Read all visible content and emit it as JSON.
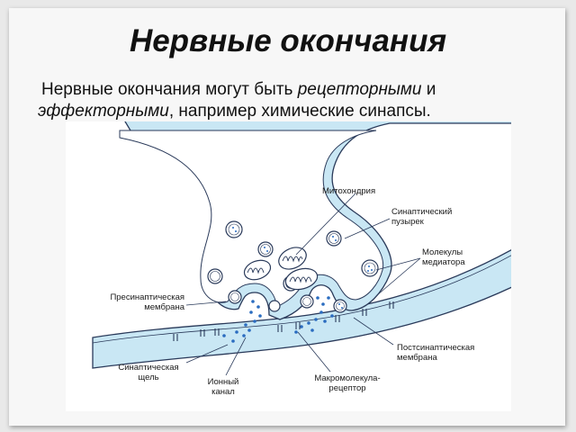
{
  "title": "Нервные окончания",
  "intro": {
    "part1": "Нервные окончания могут быть ",
    "italic1": "рецепторными",
    "part2": " и",
    "italic2": "эффекторными",
    "part3": ", например химические синапсы."
  },
  "labels": {
    "mitochondria": "Митохондрия",
    "vesicle_1": "Синаптический",
    "vesicle_2": "пузырек",
    "mediator_1": "Молекулы",
    "mediator_2": "медиатора",
    "presyn_1": "Пресинаптическая",
    "presyn_2": "мембрана",
    "postsyn_1": "Постсинаптическая",
    "postsyn_2": "мембрана",
    "cleft_1": "Синаптическая",
    "cleft_2": "щель",
    "channel_1": "Ионный",
    "channel_2": "канал",
    "receptor_1": "Макромолекула-",
    "receptor_2": "рецептор"
  },
  "colors": {
    "membrane_fill": "#c9e7f4",
    "outline": "#2a3a5a",
    "dots": "#2a6cc0"
  }
}
